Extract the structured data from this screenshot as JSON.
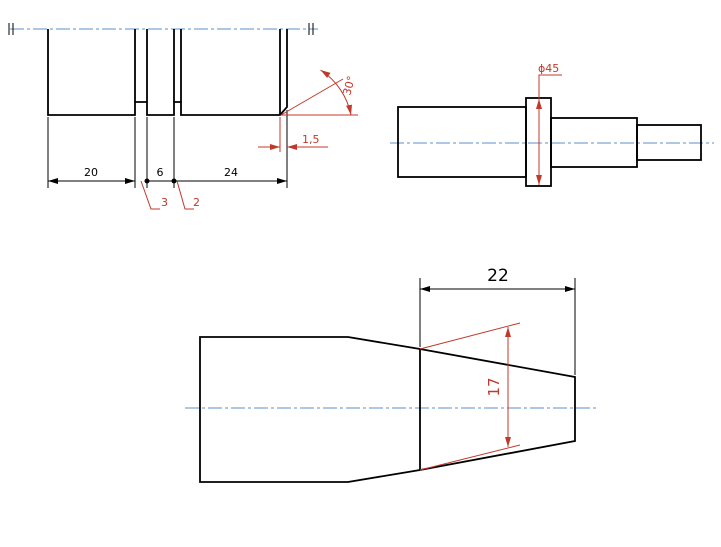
{
  "colors": {
    "outline": "#000000",
    "dimension_red": "#c0392b",
    "centerline": "#5b8fc8"
  },
  "figure1": {
    "dim_20": "20",
    "dim_6": "6",
    "dim_24": "24",
    "dim_3": "3",
    "dim_2": "2",
    "dim_1_5": "1,5",
    "angle": "30°"
  },
  "figure2": {
    "diameter": "ϕ45"
  },
  "figure3": {
    "length": "22",
    "height": "17"
  }
}
